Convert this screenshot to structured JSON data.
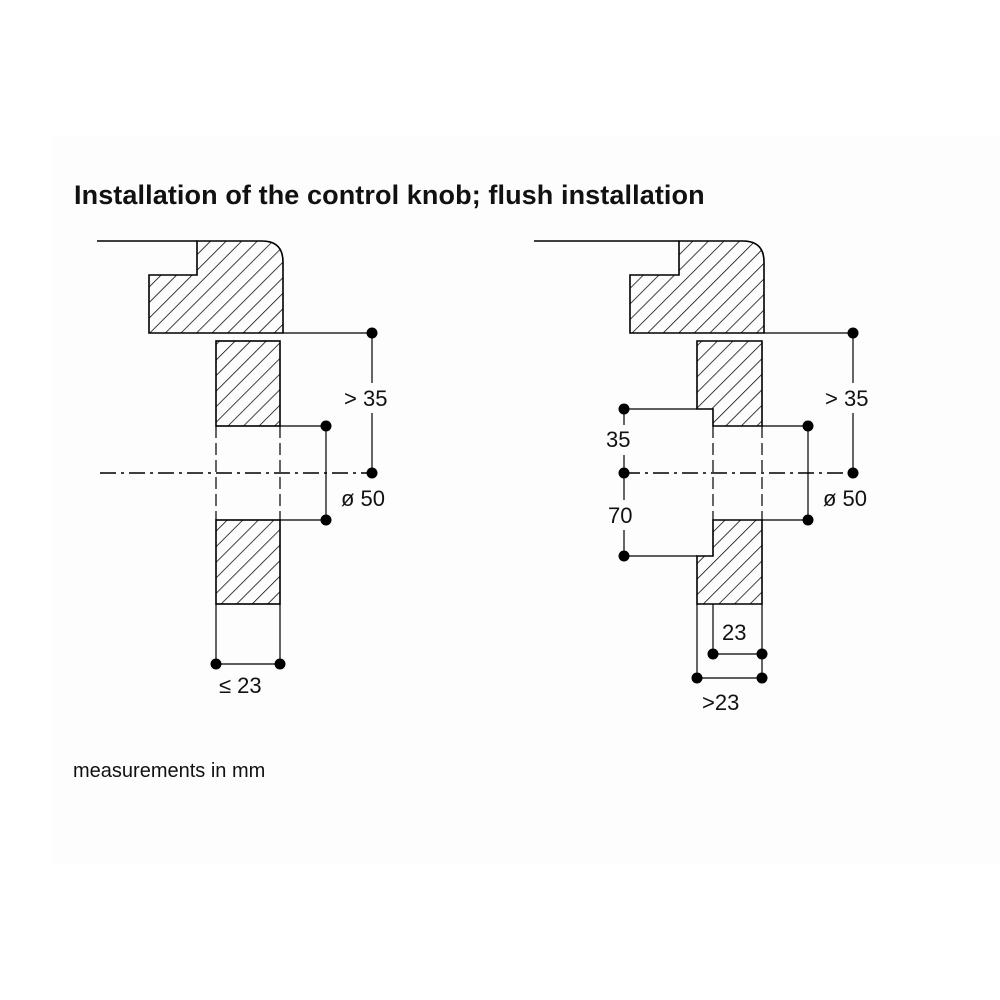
{
  "title": "Installation of the control knob; flush installation",
  "units_note": "measurements in mm",
  "left_diagram": {
    "dim_top": "> 35",
    "dim_hole": "ø 50",
    "dim_bottom": "≤ 23"
  },
  "right_diagram": {
    "dim_top": "> 35",
    "dim_hole": "ø 50",
    "dim_left_upper": "35",
    "dim_left_lower": "70",
    "dim_inner": "23",
    "dim_outer": ">23"
  }
}
